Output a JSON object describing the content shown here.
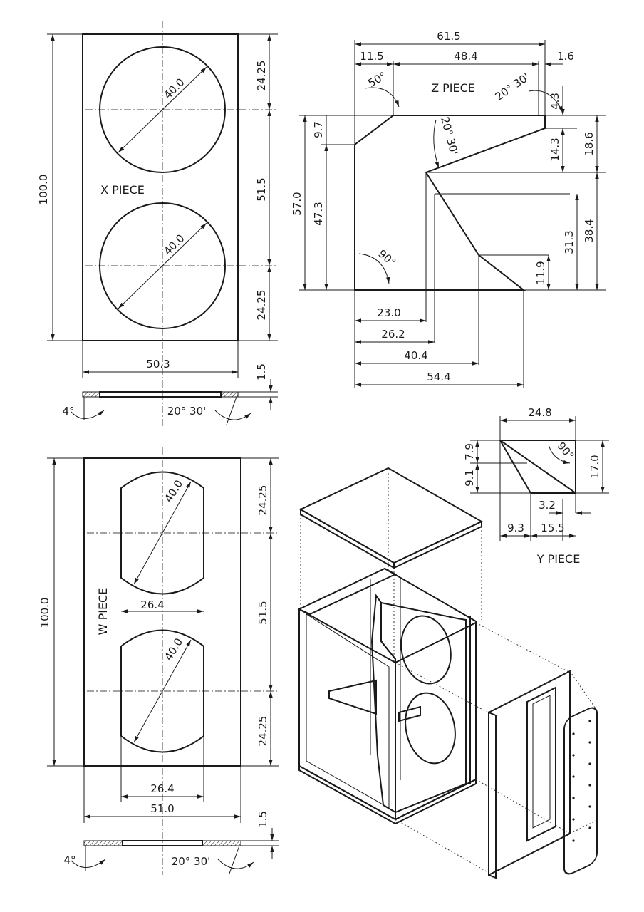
{
  "x_piece": {
    "label": "X PIECE",
    "height": "100.0",
    "width": "50.3",
    "seg_top": "24.25",
    "seg_mid": "51.5",
    "seg_bot": "24.25",
    "hole_diameter_1": "40.0",
    "hole_diameter_2": "40.0",
    "thickness": "1.5",
    "bevel_angle": "4°",
    "edge_angle": "20° 30'"
  },
  "z_piece": {
    "label": "Z PIECE",
    "overall_width": "61.5",
    "left_offset": "11.5",
    "top_span": "48.4",
    "right_offset": "1.6",
    "angle_top_left": "50°",
    "angle_top_right": "20° 30'",
    "angle_mid": "20° 30'",
    "angle_bottom_left": "90°",
    "h_left_bevel": "9.7",
    "h_total": "57.0",
    "h_left": "47.3",
    "h_right_top": "4.3",
    "h_right_a": "14.3",
    "h_right_b": "18.6",
    "h_right_c": "31.3",
    "h_right_d": "38.4",
    "h_right_e": "11.9",
    "w_a": "23.0",
    "w_b": "26.2",
    "w_c": "40.4",
    "w_d": "54.4"
  },
  "y_piece": {
    "label": "Y PIECE",
    "width": "24.8",
    "h_top": "7.9",
    "h_left": "9.1",
    "h_right": "17.0",
    "angle": "90°",
    "w_small": "3.2",
    "w_left": "9.3",
    "w_right": "15.5"
  },
  "w_piece": {
    "label": "W PIECE",
    "height": "100.0",
    "width": "51.0",
    "seg_top": "24.25",
    "seg_mid": "51.5",
    "seg_bot": "24.25",
    "hole_diameter_1": "40.0",
    "hole_diameter_2": "40.0",
    "hole_width_1": "26.4",
    "hole_width_2": "26.4",
    "thickness": "1.5",
    "bevel_angle": "4°",
    "edge_angle": "20° 30'"
  }
}
